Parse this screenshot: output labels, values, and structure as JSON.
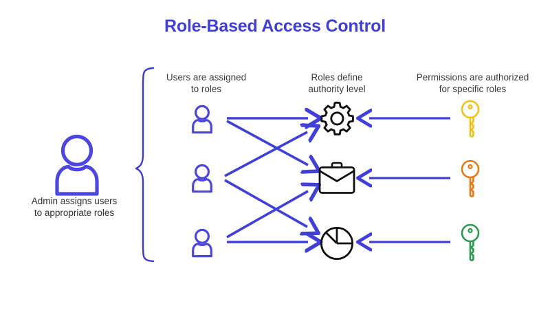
{
  "page": {
    "title": "Role-Based Access Control",
    "background_color": "#ffffff",
    "accent_color": "#4040d8",
    "text_color": "#3a3a3a"
  },
  "admin": {
    "icon": "person-icon",
    "caption": "Admin assigns users\nto appropriate roles",
    "color": "#4c45e0"
  },
  "columns": {
    "users": {
      "label": "Users are assigned\nto roles",
      "items": [
        {
          "icon": "person-icon",
          "color": "#4c45e0"
        },
        {
          "icon": "person-icon",
          "color": "#4c45e0"
        },
        {
          "icon": "person-icon",
          "color": "#4c45e0"
        }
      ]
    },
    "roles": {
      "label": "Roles define\nauthority level",
      "items": [
        {
          "icon": "gear-icon",
          "color": "#111111"
        },
        {
          "icon": "briefcase-icon",
          "color": "#111111"
        },
        {
          "icon": "pie-chart-icon",
          "color": "#111111"
        }
      ]
    },
    "permissions": {
      "label": "Permissions are authorized\nfor specific roles",
      "items": [
        {
          "icon": "key-icon",
          "color": "#f3c013"
        },
        {
          "icon": "key-icon",
          "color": "#ee7711"
        },
        {
          "icon": "key-icon",
          "color": "#2a9a4e"
        }
      ]
    }
  },
  "connectors": {
    "arrow_color": "#4040d8",
    "brace_color": "#3b3bcf",
    "user_to_role": [
      {
        "from": "user-1",
        "to": "role-gear"
      },
      {
        "from": "user-1",
        "to": "role-briefcase"
      },
      {
        "from": "user-2",
        "to": "role-gear"
      },
      {
        "from": "user-2",
        "to": "role-pie"
      },
      {
        "from": "user-3",
        "to": "role-briefcase"
      },
      {
        "from": "user-3",
        "to": "role-pie"
      }
    ],
    "permission_to_role": [
      {
        "from": "key-yellow",
        "to": "role-gear"
      },
      {
        "from": "key-orange",
        "to": "role-briefcase"
      },
      {
        "from": "key-green",
        "to": "role-pie"
      }
    ]
  }
}
